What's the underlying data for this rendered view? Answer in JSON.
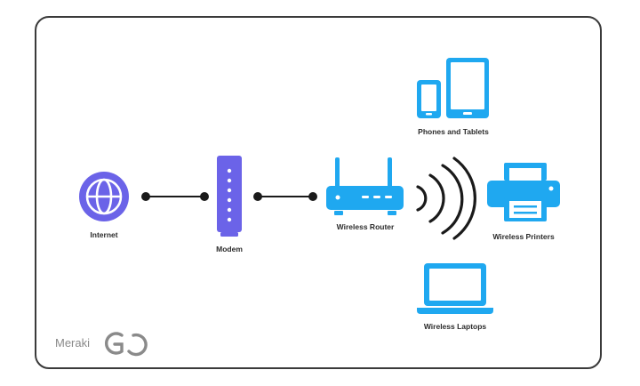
{
  "nodes": {
    "internet": {
      "label": "Internet",
      "icon": "globe-icon"
    },
    "modem": {
      "label": "Modem",
      "icon": "modem-icon"
    },
    "router": {
      "label": "Wireless Router",
      "icon": "router-icon"
    },
    "phones": {
      "label": "Phones and Tablets",
      "icon": "phone-tablet-icon"
    },
    "printers": {
      "label": "Wireless Printers",
      "icon": "printer-icon"
    },
    "laptops": {
      "label": "Wireless Laptops",
      "icon": "laptop-icon"
    }
  },
  "brand": {
    "text": "Meraki",
    "logo": "meraki-go-logo-icon"
  },
  "colors": {
    "globe": "#6B63E8",
    "modem": "#6B63E8",
    "devices": "#1FA8F0",
    "lines": "#1a1a1a",
    "frame": "#3a3a3a",
    "brand": "#8a8a8a"
  }
}
